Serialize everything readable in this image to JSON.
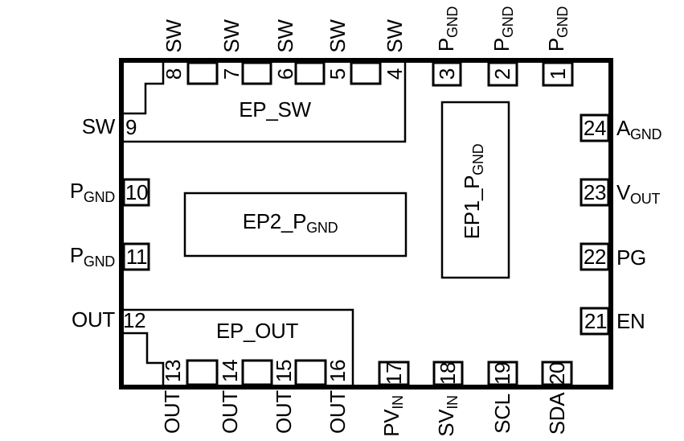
{
  "colors": {
    "line": "#000000",
    "background": "#ffffff"
  },
  "pins": {
    "p1": {
      "num": "1",
      "main": "P",
      "sub": "GND"
    },
    "p2": {
      "num": "2",
      "main": "P",
      "sub": "GND"
    },
    "p3": {
      "num": "3",
      "main": "P",
      "sub": "GND"
    },
    "p4": {
      "num": "4",
      "main": "SW",
      "sub": ""
    },
    "p5": {
      "num": "5",
      "main": "SW",
      "sub": ""
    },
    "p6": {
      "num": "6",
      "main": "SW",
      "sub": ""
    },
    "p7": {
      "num": "7",
      "main": "SW",
      "sub": ""
    },
    "p8": {
      "num": "8",
      "main": "SW",
      "sub": ""
    },
    "p9": {
      "num": "9",
      "main": "SW",
      "sub": ""
    },
    "p10": {
      "num": "10",
      "main": "P",
      "sub": "GND"
    },
    "p11": {
      "num": "11",
      "main": "P",
      "sub": "GND"
    },
    "p12": {
      "num": "12",
      "main": "OUT",
      "sub": ""
    },
    "p13": {
      "num": "13",
      "main": "OUT",
      "sub": ""
    },
    "p14": {
      "num": "14",
      "main": "OUT",
      "sub": ""
    },
    "p15": {
      "num": "15",
      "main": "OUT",
      "sub": ""
    },
    "p16": {
      "num": "16",
      "main": "OUT",
      "sub": ""
    },
    "p17": {
      "num": "17",
      "main": "PV",
      "sub": "IN"
    },
    "p18": {
      "num": "18",
      "main": "SV",
      "sub": "IN"
    },
    "p19": {
      "num": "19",
      "main": "SCL",
      "sub": ""
    },
    "p20": {
      "num": "20",
      "main": "SDA",
      "sub": ""
    },
    "p21": {
      "num": "21",
      "main": "EN",
      "sub": ""
    },
    "p22": {
      "num": "22",
      "main": "PG",
      "sub": ""
    },
    "p23": {
      "num": "23",
      "main": "V",
      "sub": "OUT"
    },
    "p24": {
      "num": "24",
      "main": "A",
      "sub": "GND"
    }
  },
  "pads": {
    "ep_sw": {
      "main": "EP_SW",
      "sub": ""
    },
    "ep2": {
      "main": "EP2_P",
      "sub": "GND"
    },
    "ep1": {
      "main": "EP1_P",
      "sub": "GND"
    },
    "ep_out": {
      "main": "EP_OUT",
      "sub": ""
    }
  }
}
